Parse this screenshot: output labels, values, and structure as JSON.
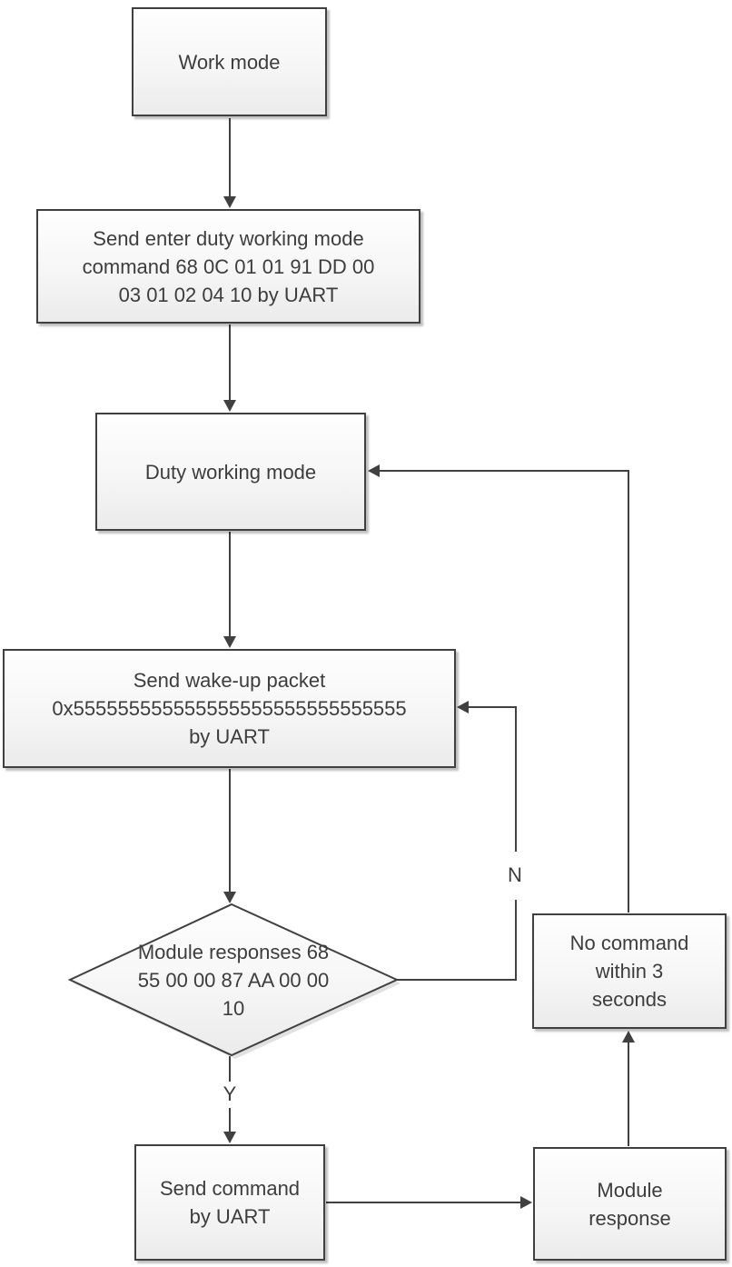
{
  "diagram": {
    "type": "flowchart",
    "nodes": {
      "work_mode": {
        "shape": "process",
        "label": "Work mode"
      },
      "send_enter_duty": {
        "shape": "process",
        "label": "Send enter duty working mode\ncommand 68 0C 01 01 91 DD 00\n03 01 02 04 10 by UART"
      },
      "duty_working_mode": {
        "shape": "process",
        "label": "Duty working mode"
      },
      "send_wakeup_packet": {
        "shape": "process",
        "label": "Send wake-up packet\n0x555555555555555555555555555555\nby UART"
      },
      "module_responses_decision": {
        "shape": "decision",
        "label": "Module responses 68\n55 00 00 87 AA 00 00\n10"
      },
      "send_command": {
        "shape": "process",
        "label": "Send command\nby UART"
      },
      "module_response": {
        "shape": "process",
        "label": "Module\nresponse"
      },
      "no_command_timeout": {
        "shape": "process",
        "label": "No command\nwithin 3\nseconds"
      }
    },
    "edge_labels": {
      "yes": "Y",
      "no": "N"
    },
    "colors": {
      "node_border": "#404040",
      "connector": "#404040",
      "text": "#3d3d3d",
      "node_fill_top": "#fefefe",
      "node_fill_bottom": "#ebebeb",
      "background": "#ffffff"
    }
  }
}
